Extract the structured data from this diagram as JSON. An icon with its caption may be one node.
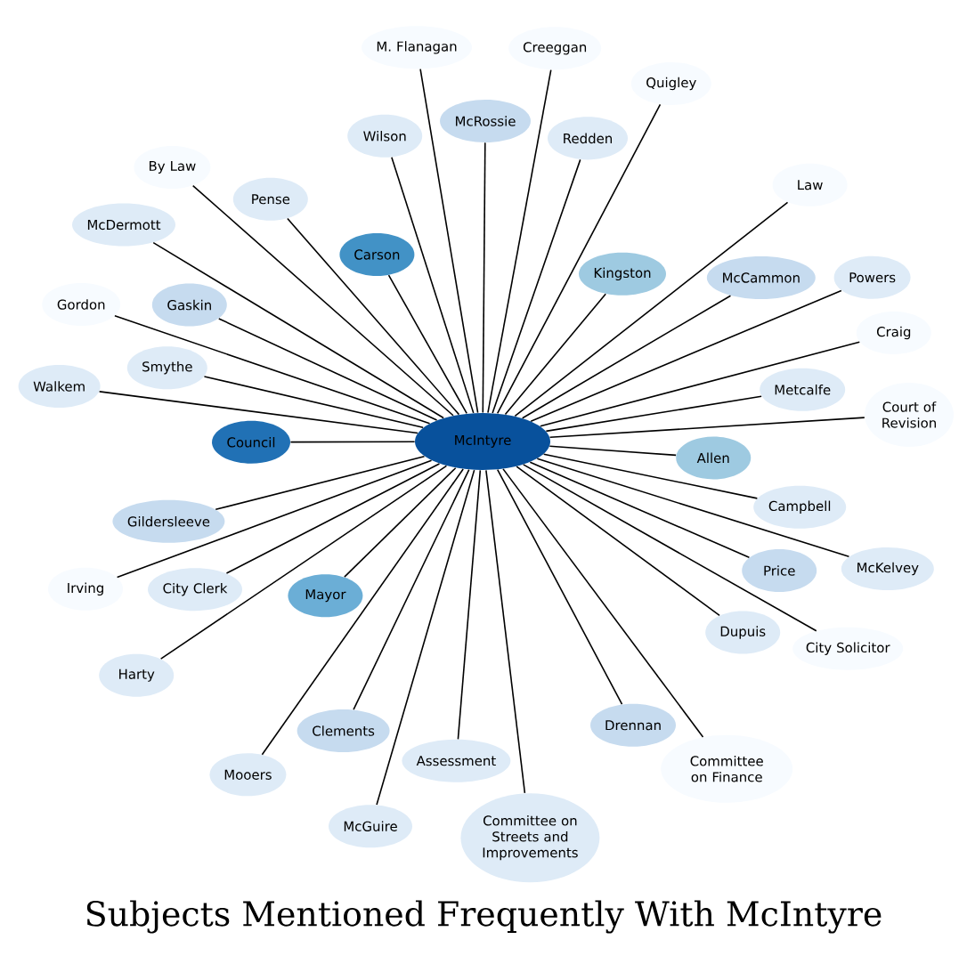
{
  "diagram": {
    "title": "Subjects Mentioned Frequently With McIntyre",
    "nodes": [
      {
        "text": [
          "M. Flanagan"
        ]
      },
      {
        "text": [
          "Creeggan"
        ]
      },
      {
        "text": [
          "Quigley"
        ]
      },
      {
        "text": [
          "Wilson"
        ]
      },
      {
        "text": [
          "By Law"
        ]
      },
      {
        "text": [
          "Redden"
        ]
      },
      {
        "text": [
          "Law"
        ]
      },
      {
        "text": [
          "Pense"
        ]
      },
      {
        "text": [
          "McRossie"
        ]
      },
      {
        "text": [
          "McDermott"
        ]
      },
      {
        "text": [
          "Powers"
        ]
      },
      {
        "text": [
          "McCammon"
        ]
      },
      {
        "text": [
          "Kingston"
        ]
      },
      {
        "text": [
          "Gordon"
        ]
      },
      {
        "text": [
          "Craig"
        ]
      },
      {
        "text": [
          "Gaskin"
        ]
      },
      {
        "text": [
          "Carson"
        ]
      },
      {
        "text": [
          "Metcalfe"
        ]
      },
      {
        "text": [
          "McIntyre"
        ]
      },
      {
        "text": [
          "Walkem"
        ]
      },
      {
        "text": [
          "Smythe"
        ]
      },
      {
        "text": [
          "Council"
        ]
      },
      {
        "text": [
          "Allen"
        ]
      },
      {
        "text": [
          "Court of Revision"
        ]
      },
      {
        "text": [
          "Gildersleeve"
        ]
      },
      {
        "text": [
          "Campbell"
        ]
      },
      {
        "text": [
          "Mayor"
        ]
      },
      {
        "text": [
          "Irving"
        ]
      },
      {
        "text": [
          "Price"
        ]
      },
      {
        "text": [
          "McKelvey"
        ]
      },
      {
        "text": [
          "Drennan"
        ]
      },
      {
        "text": [
          "City Clerk"
        ]
      },
      {
        "text": [
          "Harty"
        ]
      },
      {
        "text": [
          "Clements"
        ]
      },
      {
        "text": [
          "Dupuis"
        ]
      },
      {
        "text": [
          "City Solicitor"
        ]
      },
      {
        "text": [
          "Mooers"
        ]
      },
      {
        "text": [
          "Committee on Streets and Improvements"
        ]
      },
      {
        "text": [
          "McGuire"
        ]
      },
      {
        "text": [
          "Committee on Finance"
        ]
      },
      {
        "text": [
          "Assessment"
        ]
      }
    ],
    "edges": [
      {
        "from": 18,
        "to": 0,
        "arrow": "none"
      },
      {
        "from": 18,
        "to": 1,
        "arrow": "none"
      },
      {
        "from": 18,
        "to": 2,
        "arrow": "none"
      },
      {
        "from": 18,
        "to": 3,
        "arrow": "none"
      },
      {
        "from": 18,
        "to": 4,
        "arrow": "none"
      },
      {
        "from": 18,
        "to": 5,
        "arrow": "none"
      },
      {
        "from": 18,
        "to": 6,
        "arrow": "none"
      },
      {
        "from": 18,
        "to": 7,
        "arrow": "none"
      },
      {
        "from": 18,
        "to": 8,
        "arrow": "none"
      },
      {
        "from": 18,
        "to": 9,
        "arrow": "none"
      },
      {
        "from": 18,
        "to": 10,
        "arrow": "none"
      },
      {
        "from": 18,
        "to": 11,
        "arrow": "none"
      },
      {
        "from": 18,
        "to": 12,
        "arrow": "none"
      },
      {
        "from": 18,
        "to": 13,
        "arrow": "none"
      },
      {
        "from": 18,
        "to": 14,
        "arrow": "none"
      },
      {
        "from": 18,
        "to": 15,
        "arrow": "none"
      },
      {
        "from": 18,
        "to": 16,
        "arrow": "none"
      },
      {
        "from": 18,
        "to": 17,
        "arrow": "none"
      },
      {
        "from": 18,
        "to": 19,
        "arrow": "none"
      },
      {
        "from": 18,
        "to": 20,
        "arrow": "none"
      },
      {
        "from": 18,
        "to": 21,
        "arrow": "none"
      },
      {
        "from": 18,
        "to": 22,
        "arrow": "none"
      },
      {
        "from": 18,
        "to": 23,
        "arrow": "none"
      },
      {
        "from": 18,
        "to": 24,
        "arrow": "none"
      },
      {
        "from": 18,
        "to": 25,
        "arrow": "none"
      },
      {
        "from": 18,
        "to": 26,
        "arrow": "none"
      },
      {
        "from": 18,
        "to": 27,
        "arrow": "none"
      },
      {
        "from": 18,
        "to": 28,
        "arrow": "none"
      },
      {
        "from": 18,
        "to": 29,
        "arrow": "none"
      },
      {
        "from": 18,
        "to": 30,
        "arrow": "none"
      },
      {
        "from": 18,
        "to": 31,
        "arrow": "none"
      },
      {
        "from": 18,
        "to": 32,
        "arrow": "none"
      },
      {
        "from": 18,
        "to": 33,
        "arrow": "none"
      },
      {
        "from": 18,
        "to": 34,
        "arrow": "none"
      },
      {
        "from": 18,
        "to": 35,
        "arrow": "none"
      },
      {
        "from": 18,
        "to": 36,
        "arrow": "none"
      },
      {
        "from": 18,
        "to": 37,
        "arrow": "none"
      },
      {
        "from": 18,
        "to": 38,
        "arrow": "none"
      },
      {
        "from": 18,
        "to": 39,
        "arrow": "none"
      },
      {
        "from": 18,
        "to": 40,
        "arrow": "none"
      }
    ]
  }
}
